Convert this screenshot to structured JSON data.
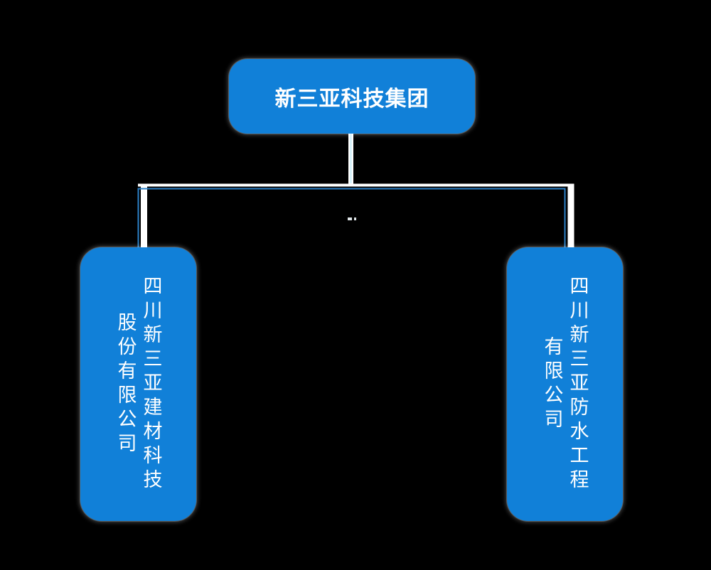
{
  "diagram": {
    "type": "org-chart",
    "root": {
      "label": "新三亚科技集团"
    },
    "children": [
      {
        "label": "四川新三亚建材科技股份有限公司",
        "lines": [
          "四川新三亚建材科技",
          "股份有限公司"
        ]
      },
      {
        "label": "四川新三亚防水工程有限公司",
        "lines": [
          "四川新三亚防水工程",
          "有限公司"
        ]
      }
    ]
  },
  "colors": {
    "background": "#000000",
    "node_fill": "#1180d8",
    "text_color": "#ffffff",
    "connector_white": "#ffffff",
    "connector_blue": "#2b80c6",
    "connector_pale_blue": "#c8ecf8"
  }
}
